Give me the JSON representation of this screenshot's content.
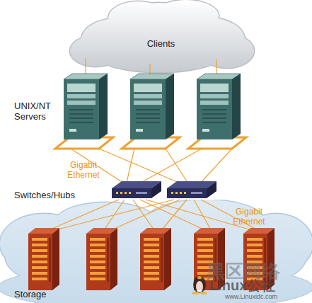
{
  "diagram": {
    "nodes": [
      {
        "text": [
          "Clients"
        ]
      },
      {
        "text": [
          "Storage"
        ]
      }
    ],
    "labels": [
      "UNIX/NT Servers",
      "Gigabit Ethernet",
      "Switches/Hubs",
      "Gigabit Ethernet",
      "黑区网络",
      "Linux公社",
      "www.Linuxidc.com"
    ]
  }
}
